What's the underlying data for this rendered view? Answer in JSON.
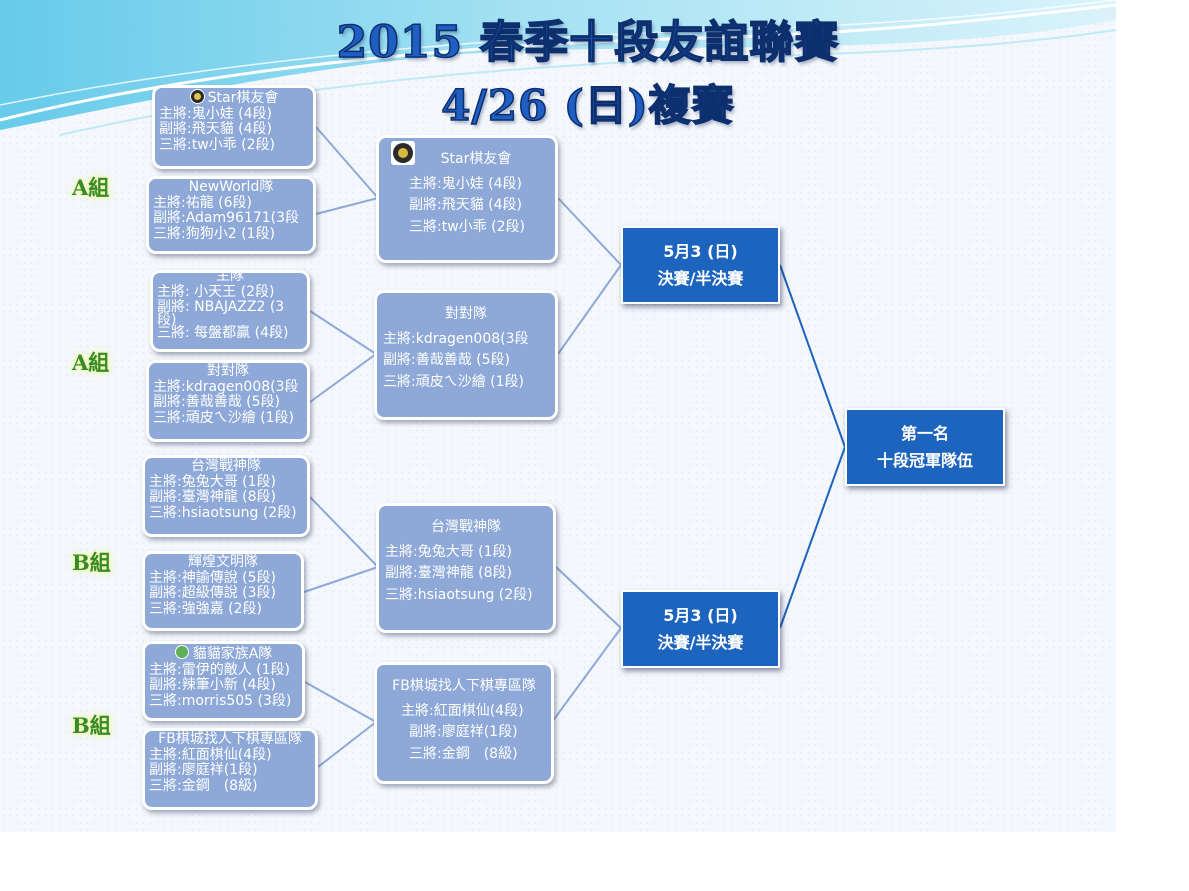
{
  "title": {
    "line1": "2015 春季十段友誼聯賽",
    "line2": "4/26 (日)複賽"
  },
  "groups": [
    "A組",
    "A組",
    "B組",
    "B組"
  ],
  "round1": [
    {
      "team": "Star棋友會",
      "players": [
        "主將:鬼小娃 (4段)",
        "副將:飛天貓 (4段)",
        "三將:tw小乖 (2段)"
      ]
    },
    {
      "team": "NewWorld隊",
      "players": [
        "主將:祐龍 (6段)",
        "副將:Adam96171(3段",
        "三將:狗狗小2 (1段)"
      ]
    },
    {
      "team": "主隊",
      "players": [
        "主將: 小天王 (2段)",
        "副將: NBAJAZZ2 (3",
        "段)",
        "三將: 每盤都贏 (4段)"
      ]
    },
    {
      "team": "對對隊",
      "players": [
        "主將:kdragen008(3段",
        "副將:善哉善哉 (5段)",
        "三將:頑皮ㄟ沙繪 (1段)"
      ]
    },
    {
      "team": "台灣戰神隊",
      "players": [
        "主將:兔兔大哥 (1段)",
        "副將:臺灣神龍 (8段)",
        "三將:hsiaotsung (2段)"
      ]
    },
    {
      "team": "輝煌文明隊",
      "players": [
        "主將:神諭傳說 (5段)",
        "副將:超級傳說 (3段)",
        "三將:強強嘉 (2段)"
      ]
    },
    {
      "team": "貓貓家族A隊",
      "players": [
        "主將:雷伊的敵人 (1段)",
        "副將:辣筆小新 (4段)",
        "三將:morris505 (3段)"
      ]
    },
    {
      "team": "FB棋城找人下棋專區隊",
      "players": [
        "主將:紅面棋仙(4段)",
        "副將:廖庭祥(1段)",
        "三將:金鋼　(8級)"
      ]
    }
  ],
  "round2": [
    {
      "team": "Star棋友會",
      "players": [
        "主將:鬼小娃 (4段)",
        "副將:飛天貓 (4段)",
        "三將:tw小乖 (2段)"
      ]
    },
    {
      "team": "對對隊",
      "players": [
        "主將:kdragen008(3段",
        "副將:善哉善哉 (5段)",
        "三將:頑皮ㄟ沙繪 (1段)"
      ]
    },
    {
      "team": "台灣戰神隊",
      "players": [
        "主將:兔兔大哥 (1段)",
        "副將:臺灣神龍 (8段)",
        "三將:hsiaotsung (2段)"
      ]
    },
    {
      "team": "FB棋城找人下棋專區隊",
      "players": [
        "主將:紅面棋仙(4段)",
        "副將:廖庭祥(1段)",
        "三將:金鋼　(8級)"
      ]
    }
  ],
  "semifinals": [
    {
      "date": "5月3 (日)",
      "label": "決賽/半決賽"
    },
    {
      "date": "5月3 (日)",
      "label": "決賽/半決賽"
    }
  ],
  "champion": {
    "line1": "第一名",
    "line2": "十段冠軍隊伍"
  },
  "colors": {
    "card": "#8ea9d8",
    "final_box": "#1c64bd",
    "connector": "#8ea9d8",
    "connector_final": "#1c64bd",
    "title": "#1f5fc4",
    "group_label": "#3a8a2a"
  }
}
